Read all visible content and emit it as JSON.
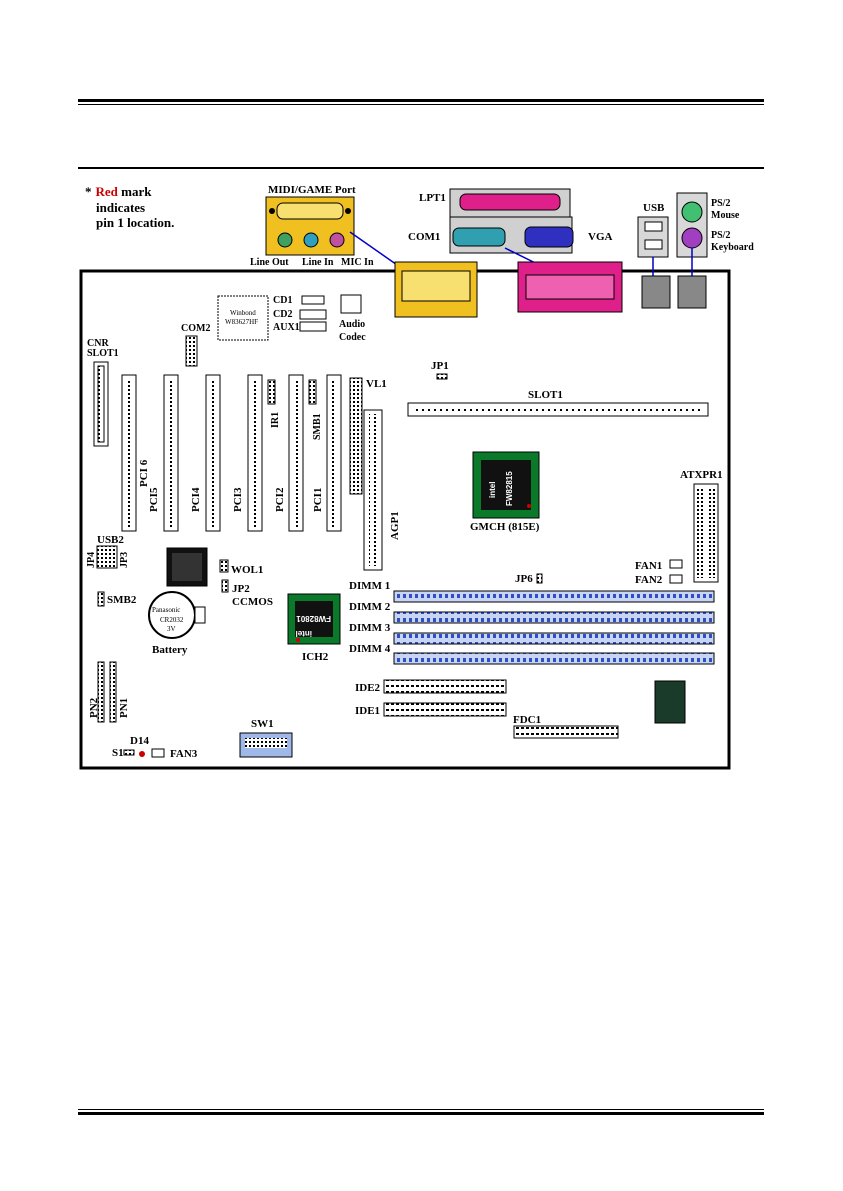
{
  "note": {
    "prefix": "*",
    "red_word": "Red",
    "line1_rest": " mark",
    "line2": "indicates",
    "line3": "pin 1 location."
  },
  "colors": {
    "mark_red": "#cc0000",
    "gameport_yellow": "#f0c020",
    "lpt_magenta": "#e0208a",
    "com_cyan": "#30a0b0",
    "vga_blue": "#3030c0",
    "ps2_mouse_green": "#40c070",
    "ps2_kbd_purple": "#a040c0",
    "dimm_blue": "#5070d0",
    "chipset_green": "#0a7a2a",
    "leader_blue": "#0000cc"
  },
  "back_panel": {
    "midi_game_port": "MIDI/GAME Port",
    "line_out": "Line Out",
    "line_in": "Line In",
    "mic_in": "MIC In",
    "lpt1": "LPT1",
    "com1": "COM1",
    "vga": "VGA",
    "usb": "USB",
    "ps2_mouse_1": "PS/2",
    "ps2_mouse_2": "Mouse",
    "ps2_kbd_1": "PS/2",
    "ps2_kbd_2": "Keyboard"
  },
  "board_labels": {
    "cd1": "CD1",
    "cd2": "CD2",
    "aux1": "AUX1",
    "audio_1": "Audio",
    "audio_2": "Codec",
    "com2": "COM2",
    "cnr_1": "CNR",
    "cnr_2": "SLOT1",
    "jp1": "JP1",
    "vl1": "VL1",
    "slot1": "SLOT1",
    "ir1": "IR1",
    "smb1": "SMB1",
    "pci6": "PCI 6",
    "pci5": "PCI5",
    "pci4": "PCI4",
    "pci3": "PCI3",
    "pci2": "PCI2",
    "pci1": "PCI1",
    "agp1": "AGP1",
    "gmch": "GMCH (815E)",
    "atxpr1": "ATXPR1",
    "usb2": "USB2",
    "jp4": "JP4",
    "jp3": "JP3",
    "smb2": "SMB2",
    "wol1": "WOL1",
    "jp2": "JP2",
    "ccmos": "CCMOS",
    "battery": "Battery",
    "ich2": "ICH2",
    "jp6": "JP6",
    "fan1": "FAN1",
    "fan2": "FAN2",
    "dimm1": "DIMM 1",
    "dimm2": "DIMM 2",
    "dimm3": "DIMM 3",
    "dimm4": "DIMM 4",
    "ide2": "IDE2",
    "ide1": "IDE1",
    "fdc1": "FDC1",
    "pn2": "PN2",
    "pn1": "PN1",
    "sw1": "SW1",
    "s1": "S1",
    "d14": "D14",
    "fan3": "FAN3"
  },
  "chip_text": {
    "winbond_1": "Winbond",
    "winbond_2": "W83627HF",
    "intel_gmch": "intel",
    "gmch_part": "FW82815",
    "intel_ich": "intel",
    "ich_part": "FW82801",
    "battery_brand": "Panasonic",
    "battery_model": "CR2032",
    "battery_volt": "3V"
  }
}
